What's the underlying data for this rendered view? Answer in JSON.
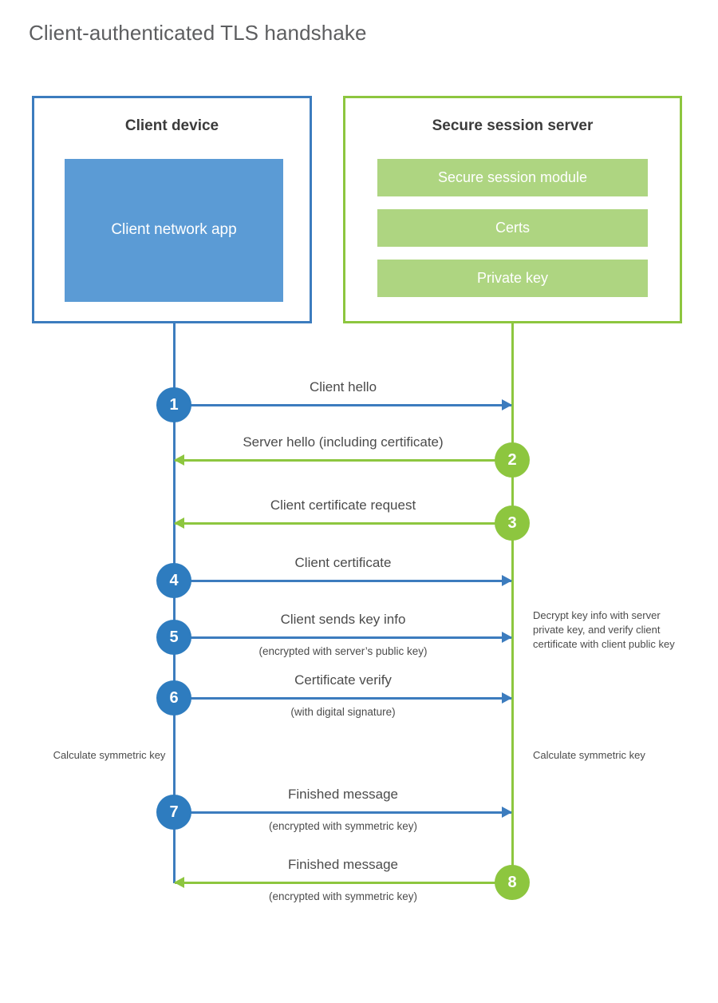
{
  "title": "Client-authenticated TLS handshake",
  "colors": {
    "blue_border": "#3c7cbe",
    "blue_fill": "#5b9bd5",
    "blue_circle": "#2e7cbf",
    "green_border": "#8dc63f",
    "green_fill": "#aed581",
    "green_circle": "#8dc63f",
    "title_text": "#5d5e60",
    "body_text": "#4b4b4b"
  },
  "client": {
    "title": "Client device",
    "app_label": "Client network app"
  },
  "server": {
    "title": "Secure session server",
    "modules": [
      "Secure session module",
      "Certs",
      "Private key"
    ]
  },
  "steps": [
    {
      "number": "1",
      "label": "Client hello",
      "sub": "",
      "from": "client",
      "to": "server",
      "direction": "right",
      "color": "blue"
    },
    {
      "number": "2",
      "label": "Server hello (including certificate)",
      "sub": "",
      "from": "server",
      "to": "client",
      "direction": "left",
      "color": "green"
    },
    {
      "number": "3",
      "label": "Client certificate request",
      "sub": "",
      "from": "server",
      "to": "client",
      "direction": "left",
      "color": "green"
    },
    {
      "number": "4",
      "label": "Client certificate",
      "sub": "",
      "from": "client",
      "to": "server",
      "direction": "right",
      "color": "blue"
    },
    {
      "number": "5",
      "label": "Client sends key info",
      "sub": "(encrypted with server’s public key)",
      "from": "client",
      "to": "server",
      "direction": "right",
      "color": "blue"
    },
    {
      "number": "6",
      "label": "Certificate verify",
      "sub": "(with digital signature)",
      "from": "client",
      "to": "server",
      "direction": "right",
      "color": "blue"
    },
    {
      "number": "7",
      "label": "Finished message",
      "sub": "(encrypted with symmetric key)",
      "from": "client",
      "to": "server",
      "direction": "right",
      "color": "blue"
    },
    {
      "number": "8",
      "label": "Finished message",
      "sub": "(encrypted with symmetric key)",
      "from": "server",
      "to": "client",
      "direction": "left",
      "color": "green"
    }
  ],
  "annotations": {
    "server_decrypt": "Decrypt key info with server private key, and verify client certificate with client public key",
    "client_symmetric": "Calculate symmetric key",
    "server_symmetric": "Calculate symmetric key"
  }
}
